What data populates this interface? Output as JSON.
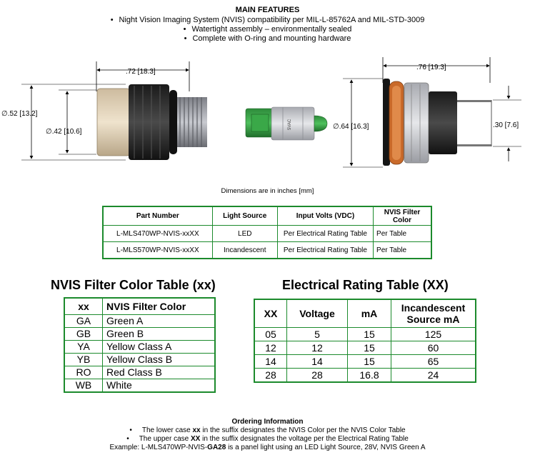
{
  "features": {
    "title": "MAIN FEATURES",
    "items": [
      "Night Vision Imaging System (NVIS) compatibility per MIL-L-85762A and MIL-STD-3009",
      "Watertight assembly – environmentally sealed",
      "Complete with O-ring and mounting hardware"
    ]
  },
  "drawing": {
    "left_overall_length": ".72 [18.3]",
    "left_outer_dia": "∅.52 [13.2]",
    "left_inner_dia": "∅.42 [10.6]",
    "right_overall_length": ".76 [19.3]",
    "right_dia": "∅.64 [16.3]",
    "right_height": ".30 [7.6]",
    "lamp_marking": "5VAC"
  },
  "dimensions_note": "Dimensions are in inches [mm]",
  "part_table": {
    "headers": [
      "Part Number",
      "Light Source",
      "Input Volts (VDC)",
      "NVIS Filter Color"
    ],
    "rows": [
      [
        "L-MLS470WP-NVIS-xxXX",
        "LED",
        "Per Electrical Rating Table",
        "Per Table"
      ],
      [
        "L-MLS570WP-NVIS-xxXX",
        "Incandescent",
        "Per Electrical Rating Table",
        "Per Table"
      ]
    ]
  },
  "nvis_table": {
    "title": "NVIS Filter Color Table (xx)",
    "headers": [
      "xx",
      "NVIS Filter Color"
    ],
    "rows": [
      [
        "GA",
        "Green A"
      ],
      [
        "GB",
        "Green B"
      ],
      [
        "YA",
        "Yellow Class A"
      ],
      [
        "YB",
        "Yellow Class B"
      ],
      [
        "RO",
        "Red Class B"
      ],
      [
        "WB",
        "White"
      ]
    ]
  },
  "elec_table": {
    "title": "Electrical Rating Table (XX)",
    "headers": [
      "XX",
      "Voltage",
      "mA",
      "Incandescent Source mA"
    ],
    "rows": [
      [
        "05",
        "5",
        "15",
        "125"
      ],
      [
        "12",
        "12",
        "15",
        "60"
      ],
      [
        "14",
        "14",
        "15",
        "65"
      ],
      [
        "28",
        "28",
        "16.8",
        "24"
      ]
    ]
  },
  "ordering": {
    "title": "Ordering Information",
    "line1_pre": "The lower case ",
    "line1_bold": "xx",
    "line1_post": " in the suffix designates the NVIS Color per the NVIS Color Table",
    "line2_pre": "The upper case ",
    "line2_bold": "XX",
    "line2_post": " in the suffix designates the voltage per the Electrical Rating Table",
    "example_pre": "Example: L-MLS470WP-NVIS-",
    "example_bold": "GA28",
    "example_post": " is a panel light using an LED Light Source, 28V, NVIS Green A"
  }
}
